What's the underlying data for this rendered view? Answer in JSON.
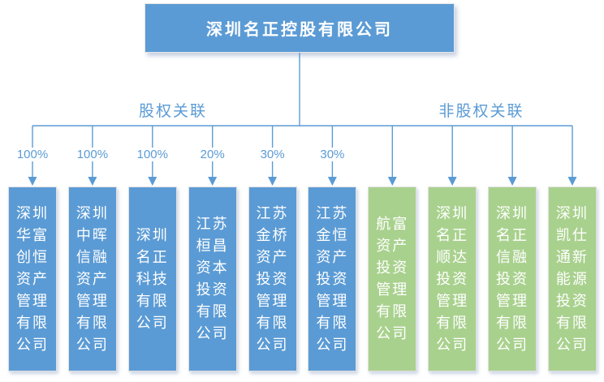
{
  "root": {
    "name": "深圳名正控股有限公司"
  },
  "branches": {
    "equity_label": "股权关联",
    "non_equity_label": "非股权关联"
  },
  "subsidiaries": [
    {
      "name": "深圳华富创恒资产管理有限公司",
      "percent": "100%",
      "group": "equity"
    },
    {
      "name": "深圳中晖信融资产管理有限公司",
      "percent": "100%",
      "group": "equity"
    },
    {
      "name": "深圳名正科技有限公司",
      "percent": "100%",
      "group": "equity"
    },
    {
      "name": "江苏桓昌资本投资有限公司",
      "percent": "20%",
      "group": "equity"
    },
    {
      "name": "江苏金桥资产投资管理有限公司",
      "percent": "30%",
      "group": "equity"
    },
    {
      "name": "江苏金恒资产投资管理有限公司",
      "percent": "30%",
      "group": "equity"
    },
    {
      "name": "航富资产投资管理有限公司",
      "group": "non-equity"
    },
    {
      "name": "深圳名正顺达投资管理有限公司",
      "group": "non-equity"
    },
    {
      "name": "深圳名正信融投资管理有限公司",
      "group": "non-equity"
    },
    {
      "name": "深圳凯仕通新能源投资有限公司",
      "group": "non-equity"
    }
  ],
  "colors": {
    "equity_box_blue": "#5B9BD5",
    "non_equity_box_green": "#A9D18E",
    "connector_blue": "#5B9BD5",
    "box_text": "#ffffff"
  }
}
